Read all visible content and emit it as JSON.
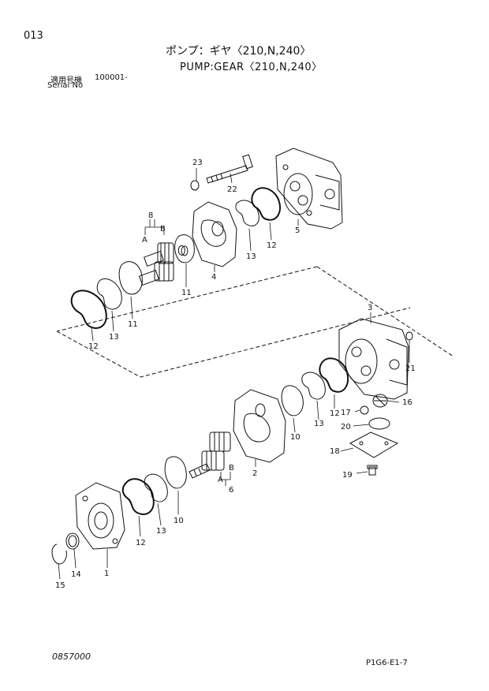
{
  "header": {
    "page_number": "013",
    "title_jp": "ポンプ：ギヤ〈210,N,240〉",
    "title_en": "PUMP:GEAR〈210,N,240〉",
    "serial_label_jp": "適用号機",
    "serial_value": "100001-",
    "serial_label_en": "Serial No"
  },
  "footer": {
    "left_code": "0857000",
    "right_code": "P1G6-E1-7"
  },
  "callouts": {
    "c1": "1",
    "c2": "2",
    "c3": "3",
    "c4": "4",
    "c5": "5",
    "c6": "6",
    "c8": "8",
    "c10a": "10",
    "c10b": "10",
    "c11a": "11",
    "c11b": "11",
    "c12a": "12",
    "c12b": "12",
    "c12c": "12",
    "c12d": "12",
    "c13a": "13",
    "c13b": "13",
    "c13c": "13",
    "c13d": "13",
    "c14": "14",
    "c15": "15",
    "c16": "16",
    "c17": "17",
    "c18": "18",
    "c19": "19",
    "c20": "20",
    "c21": "21",
    "c22": "22",
    "c23": "23",
    "cA1": "A",
    "cB1": "B",
    "cA2": "A",
    "cB2": "B"
  }
}
